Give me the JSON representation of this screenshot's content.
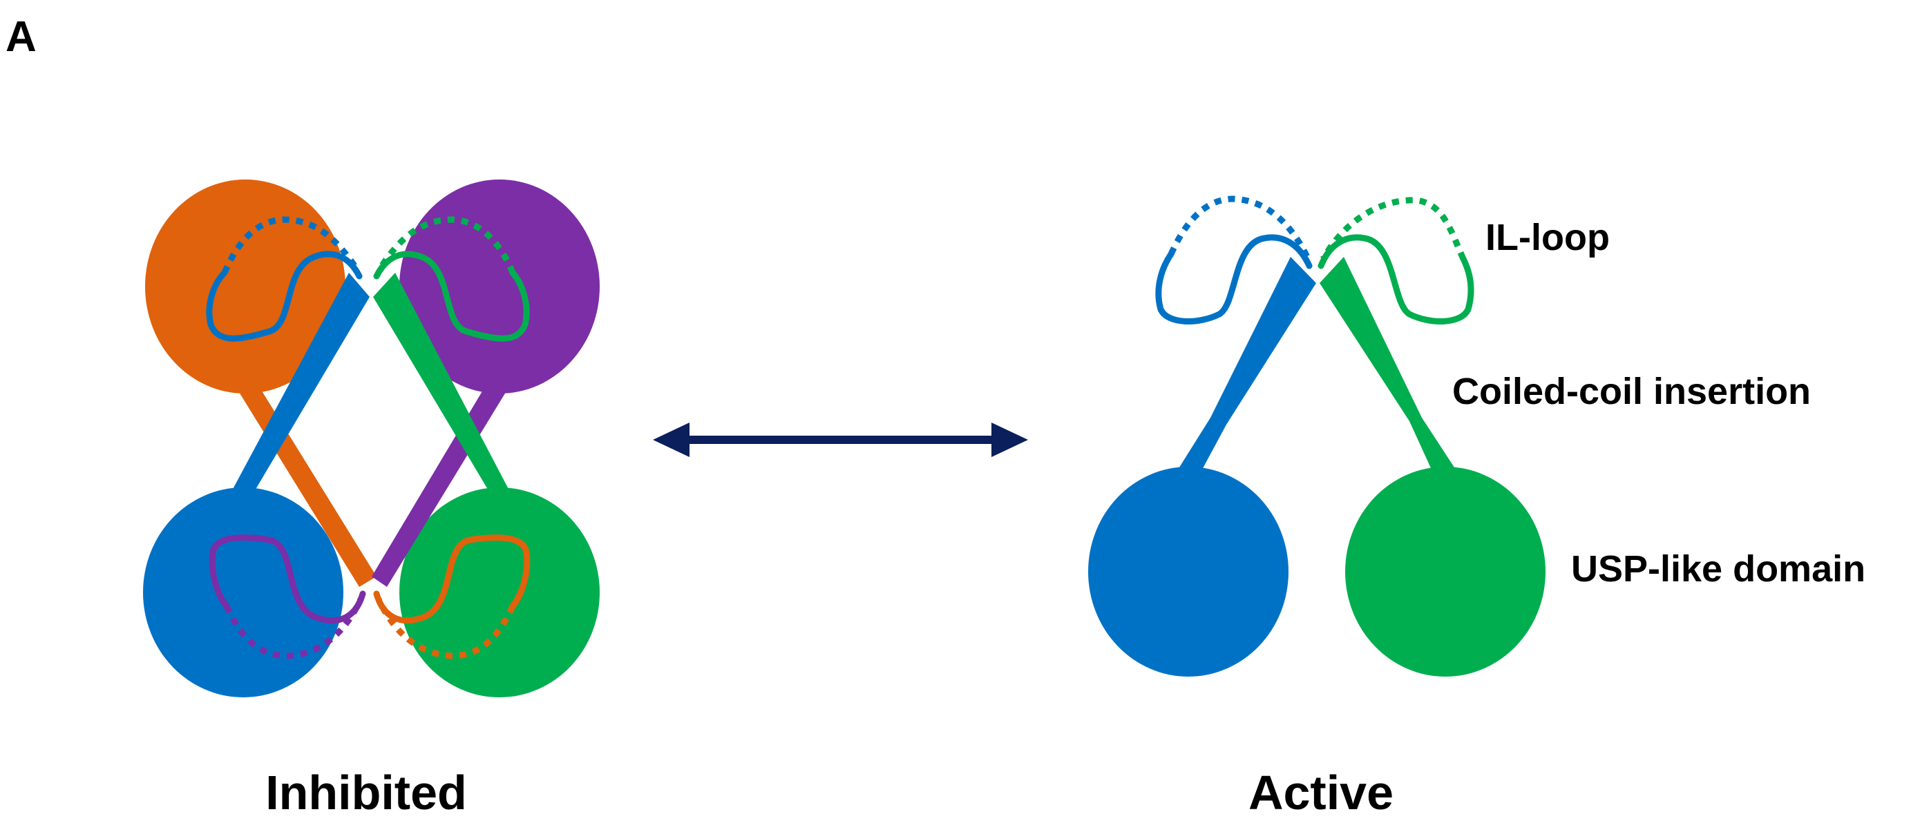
{
  "panel_letter": "A",
  "states": {
    "inhibited": "Inhibited",
    "active": "Active"
  },
  "labels": {
    "il_loop": "IL-loop",
    "coiled_coil": "Coiled-coil insertion",
    "usp_domain": "USP-like domain"
  },
  "colors": {
    "orange": "#E0620C",
    "purple": "#7B2EA6",
    "blue": "#0072C6",
    "green": "#00AE4F",
    "arrow": "#0A1F5C"
  }
}
